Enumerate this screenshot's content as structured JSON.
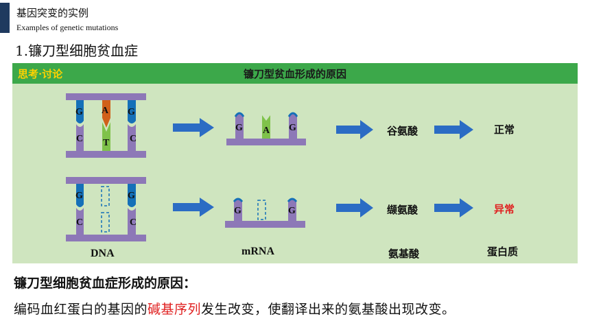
{
  "header": {
    "title_cn": "基因突变的实例",
    "title_en": "Examples of genetic mutations"
  },
  "section_title": "1.镰刀型细胞贫血症",
  "panel": {
    "tag": "思考·讨论",
    "heading": "镰刀型贫血形成的原因"
  },
  "diagram": {
    "row1": {
      "dna_top": [
        "G",
        "A",
        "G"
      ],
      "dna_bottom": [
        "C",
        "T",
        "C"
      ],
      "mrna": [
        "G",
        "A",
        "G"
      ],
      "amino_acid": "谷氨酸",
      "protein": "正常"
    },
    "row2": {
      "dna_top": [
        "G",
        "G"
      ],
      "dna_bottom": [
        "C",
        "C"
      ],
      "mrna": [
        "G",
        "G"
      ],
      "amino_acid": "缬氨酸",
      "protein": "异常"
    },
    "labels": {
      "dna": "DNA",
      "mrna": "mRNA",
      "amino": "氨基酸",
      "protein": "蛋白质"
    },
    "colors": {
      "backbone": "#8d78b7",
      "g_base": "#1570b8",
      "a_base": "#d0601a",
      "t_base": "#7fc24a",
      "arrow": "#2b6cc4",
      "panel": "#cfe5bf",
      "header": "#3ca84a",
      "abnormal": "#e02020"
    }
  },
  "cause": {
    "title": "镰刀型细胞贫血症形成的原因：",
    "text_before": "编码血红蛋白的基因的",
    "highlight": "碱基序列",
    "text_after": "发生改变，使翻译出来的氨基酸出现改变。"
  }
}
